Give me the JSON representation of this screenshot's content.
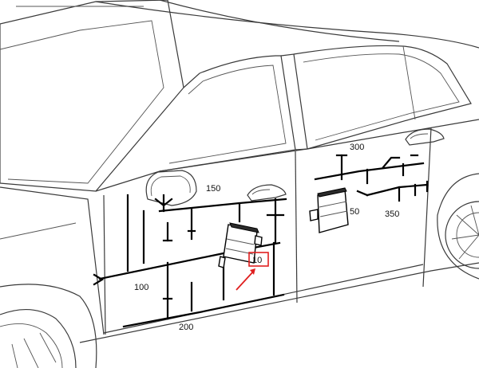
{
  "labels": {
    "callout_10": "10",
    "callout_50": "50",
    "callout_100": "100",
    "callout_150": "150",
    "callout_200": "200",
    "callout_300": "300",
    "callout_350": "350"
  },
  "colors": {
    "highlight": "#e02020",
    "line": "#000000",
    "outline": "#3a3a3a"
  },
  "highlighted_component": "10"
}
